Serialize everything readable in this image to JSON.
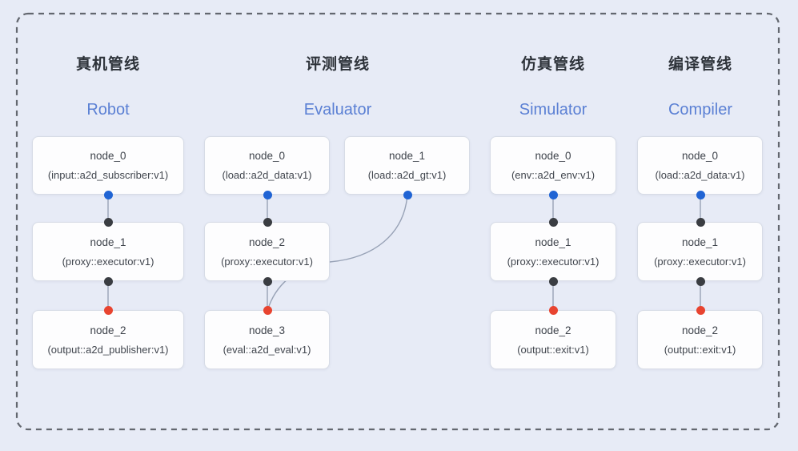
{
  "colors": {
    "background": "#e7ebf6",
    "frame_dash": "#63676f",
    "node_border": "#d7dce6",
    "node_fill": "#fdfdfe",
    "edge_line": "#98a2b6",
    "subtitle_blue": "#5b80d4",
    "port_blue": "#2064d4",
    "port_black": "#3a3d42",
    "port_red": "#e84430"
  },
  "pipelines": [
    {
      "title_zh": "真机管线",
      "title_en": "Robot",
      "nodes": [
        {
          "name": "node_0",
          "type": "(input::a2d_subscriber:v1)"
        },
        {
          "name": "node_1",
          "type": "(proxy::executor:v1)"
        },
        {
          "name": "node_2",
          "type": "(output::a2d_publisher:v1)"
        }
      ]
    },
    {
      "title_zh": "评测管线",
      "title_en": "Evaluator",
      "nodes": [
        {
          "name": "node_0",
          "type": "(load::a2d_data:v1)"
        },
        {
          "name": "node_1",
          "type": "(load::a2d_gt:v1)"
        },
        {
          "name": "node_2",
          "type": "(proxy::executor:v1)"
        },
        {
          "name": "node_3",
          "type": "(eval::a2d_eval:v1)"
        }
      ]
    },
    {
      "title_zh": "仿真管线",
      "title_en": "Simulator",
      "nodes": [
        {
          "name": "node_0",
          "type": "(env::a2d_env:v1)"
        },
        {
          "name": "node_1",
          "type": "(proxy::executor:v1)"
        },
        {
          "name": "node_2",
          "type": "(output::exit:v1)"
        }
      ]
    },
    {
      "title_zh": "编译管线",
      "title_en": "Compiler",
      "nodes": [
        {
          "name": "node_0",
          "type": "(load::a2d_data:v1)"
        },
        {
          "name": "node_1",
          "type": "(proxy::executor:v1)"
        },
        {
          "name": "node_2",
          "type": "(output::exit:v1)"
        }
      ]
    }
  ]
}
